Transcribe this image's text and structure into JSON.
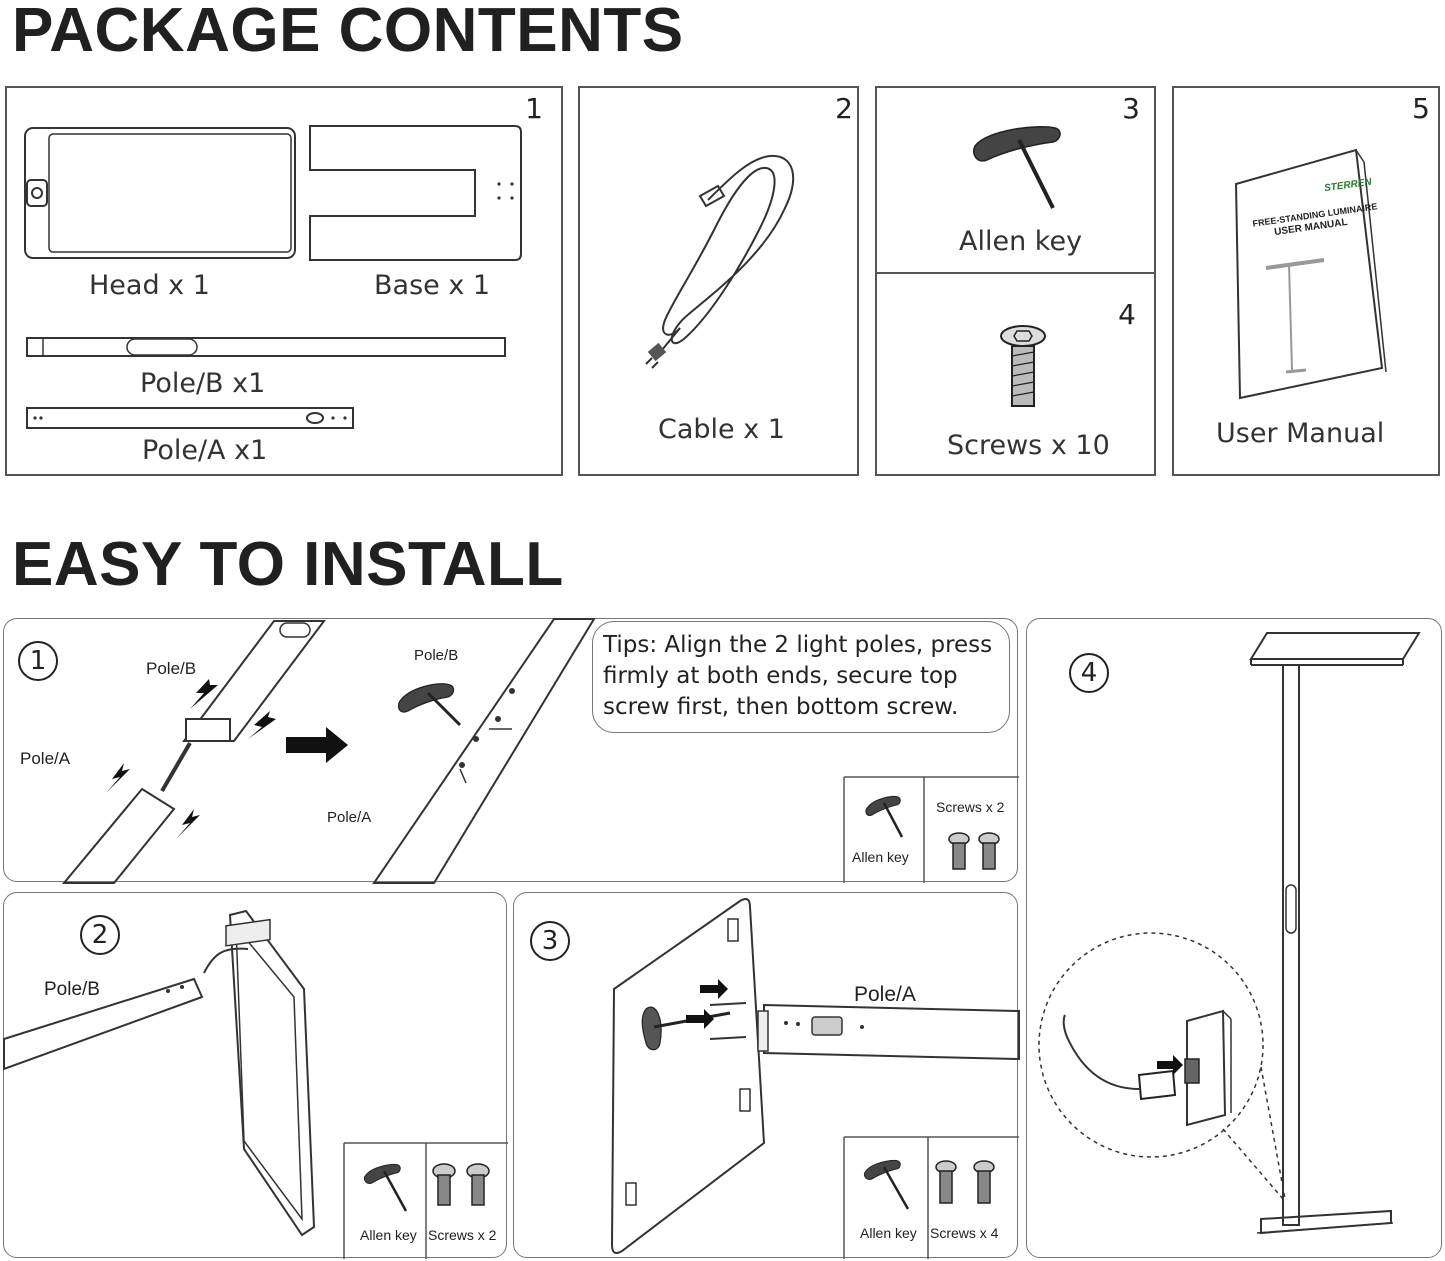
{
  "package": {
    "heading": "PACKAGE CONTENTS",
    "panel1": {
      "number": "1",
      "head_label": "Head x 1",
      "base_label": "Base x 1",
      "poleb_label": "Pole/B x1",
      "polea_label": "Pole/A x1"
    },
    "panel2": {
      "number": "2",
      "label": "Cable x 1"
    },
    "panel3": {
      "number": "3",
      "label": "Allen key"
    },
    "panel4": {
      "number": "4",
      "label": "Screws x 10"
    },
    "panel5": {
      "number": "5",
      "label": "User Manual",
      "brand": "STERREN",
      "manual_line1": "FREE-STANDING LUMINAIRE",
      "manual_line2": "USER MANUAL"
    }
  },
  "install": {
    "heading": "EASY TO INSTALL",
    "tips": "Tips: Align the 2 light poles, press firmly at both ends, secure top screw first, then bottom screw.",
    "step1": {
      "number": "1",
      "poleb_label": "Pole/B",
      "polea_label": "Pole/A",
      "poleb_label2": "Pole/B",
      "polea_label2": "Pole/A",
      "allen_label": "Allen key",
      "screws_label": "Screws x 2"
    },
    "step2": {
      "number": "2",
      "poleb_label": "Pole/B",
      "allen_label": "Allen key",
      "screws_label": "Screws x 2"
    },
    "step3": {
      "number": "3",
      "polea_label": "Pole/A",
      "allen_label": "Allen key",
      "screws_label": "Screws x 4"
    },
    "step4": {
      "number": "4"
    }
  }
}
